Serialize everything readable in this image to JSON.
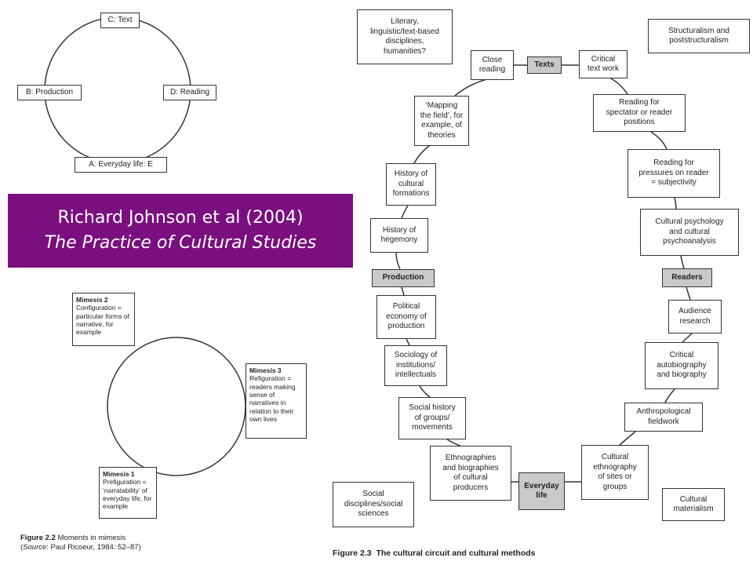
{
  "banner": {
    "line1": "Richard Johnson et al (2004)",
    "line2": "The Practice of Cultural Studies"
  },
  "fig1": {
    "top": "C: Text",
    "left": "B: Production",
    "right": "D: Reading",
    "bottom": "A: Everyday life: E"
  },
  "fig22": {
    "m2_title": "Mimesis 2",
    "m2_text": "Configuration = particular forms of narrative, for example",
    "m3_title": "Mimesis 3",
    "m3_text": "Refiguration = readers making sense of narratives in relation to their own lives",
    "m1_title": "Mimesis 1",
    "m1_text": "Prefiguration = ‘narratability’ of everyday life, for example",
    "caption_label": "Figure 2.2",
    "caption_title": "Moments in mimesis",
    "source_label": "Source",
    "source_text": ": Paul Ricoeur, 1984: 52–87)"
  },
  "fig23": {
    "literary": "Literary,\nlinguistic/text-based\ndisciplines,\nhumanities?",
    "structuralism": "Structuralism and\npoststructuralism",
    "close_reading": "Close\nreading",
    "texts": "Texts",
    "critical_text": "Critical\ntext work",
    "mapping": "‘Mapping\nthe field’, for\nexample, of\ntheories",
    "reading_spectator": "Reading for\nspectator or reader\npositions",
    "history_formations": "History of\ncultural\nformations",
    "reading_pressures": "Reading for\npressures on reader\n= subjectivity",
    "history_hegemony": "History of\nhegemony",
    "cultural_psych": "Cultural psychology\nand cultural\npsychoanalysis",
    "production": "Production",
    "readers": "Readers",
    "political_economy": "Political\neconomy of\nproduction",
    "audience": "Audience\nresearch",
    "sociology": "Sociology of\ninstitutions/\nintellectuals",
    "critical_autobio": "Critical\nautobiography\nand biography",
    "social_history": "Social history\nof groups/\nmovements",
    "anthropological": "Anthropological\nfieldwork",
    "ethnographies": "Ethnographies\nand biographies\nof cultural\nproducers",
    "everyday": "Everyday\nlife",
    "cultural_ethnography": "Cultural\nethnography\nof sites or\ngroups",
    "social_disciplines": "Social\ndisciplines/social\nsciences",
    "cultural_materialism": "Cultural\nmaterialism",
    "caption_label": "Figure 2.3",
    "caption_title": "The cultural circuit and cultural methods"
  }
}
